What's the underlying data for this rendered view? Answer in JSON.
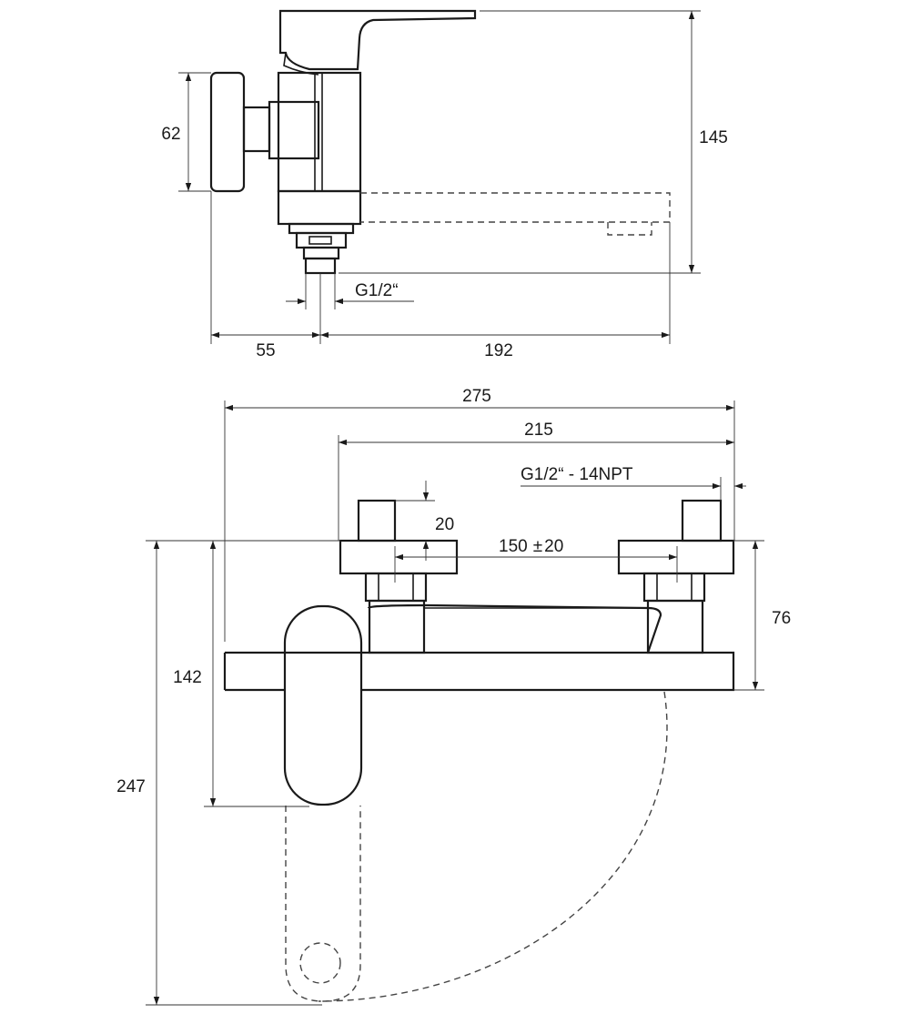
{
  "dimensions": {
    "side_view": {
      "handle_height": "62",
      "total_height": "145",
      "thread": "G1/2“",
      "wall_offset": "55",
      "spout_length": "192"
    },
    "front_view": {
      "overall_width": "275",
      "body_width": "215",
      "inlet_thread": "G1/2“ - 14NPT",
      "connector_height": "20",
      "centre_distance_value": "150",
      "centre_distance_tolerance": "20",
      "body_height": "76",
      "lever_length": "142",
      "lever_swing": "247"
    }
  }
}
